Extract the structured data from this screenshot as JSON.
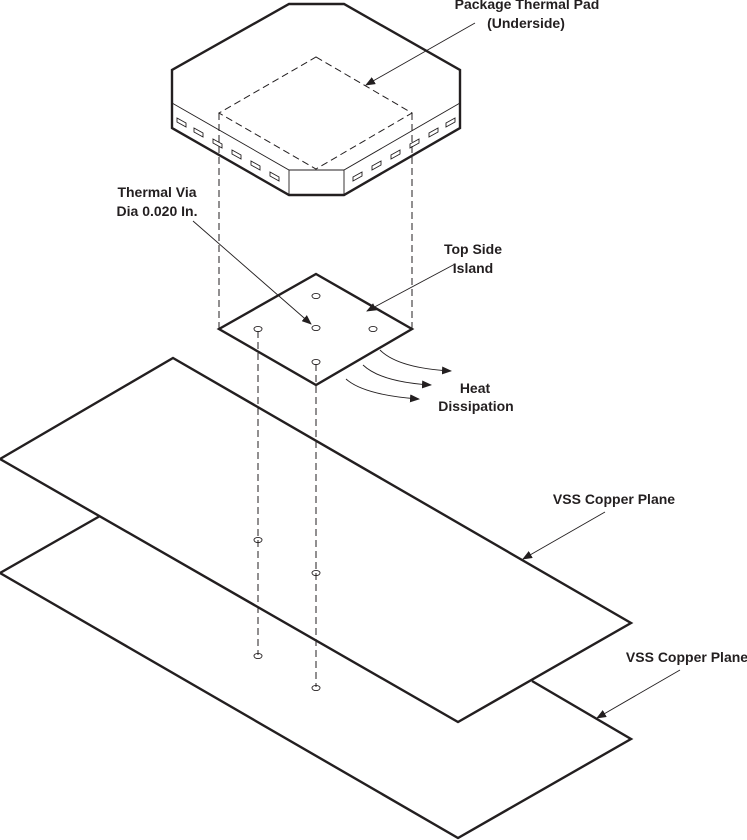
{
  "labels": {
    "thermal_pad_line1": "Package Thermal Pad",
    "thermal_pad_line2": "(Underside)",
    "thermal_via_line1": "Thermal Via",
    "thermal_via_line2": "Dia 0.020 In.",
    "top_side_line1": "Top Side",
    "top_side_line2": "Island",
    "heat_line1": "Heat",
    "heat_line2": "Dissipation",
    "vss_plane_upper": "VSS Copper Plane",
    "vss_plane_lower": "VSS Copper Plane"
  },
  "colors": {
    "ink": "#231f20",
    "background": "#ffffff"
  }
}
